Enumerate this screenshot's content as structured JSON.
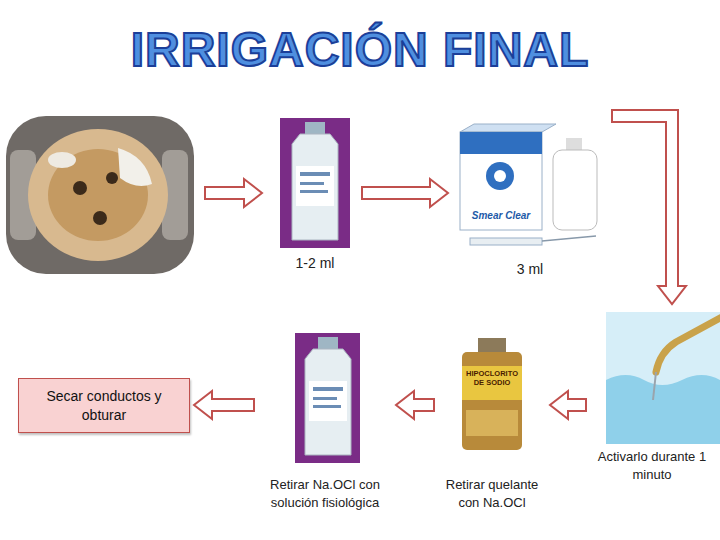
{
  "diagram": {
    "title": "IRRIGACIÓN FINAL",
    "nodes": [
      {
        "text": [
          "1-2 ml"
        ]
      },
      {
        "text": [
          "3 ml"
        ]
      },
      {
        "text": [
          "Activarlo durante 1 minuto"
        ]
      },
      {
        "text": [
          "Retirar quelante con Na.OCl"
        ]
      },
      {
        "text": [
          "Retirar Na.OCl con solución fisiológica"
        ]
      },
      {
        "text": [
          "Secar conductos y obturar"
        ]
      }
    ],
    "edges": [
      {
        "from": 0,
        "to": 1,
        "arrow": "to"
      },
      {
        "from": 1,
        "to": 2,
        "arrow": "to"
      },
      {
        "from": 2,
        "to": 3,
        "arrow": "to"
      },
      {
        "from": 3,
        "to": 4,
        "arrow": "to"
      },
      {
        "from": 4,
        "to": 5,
        "arrow": "to"
      }
    ],
    "labels": [
      "Smear Clear",
      "HIPOCLORITO DE SODIO"
    ]
  }
}
